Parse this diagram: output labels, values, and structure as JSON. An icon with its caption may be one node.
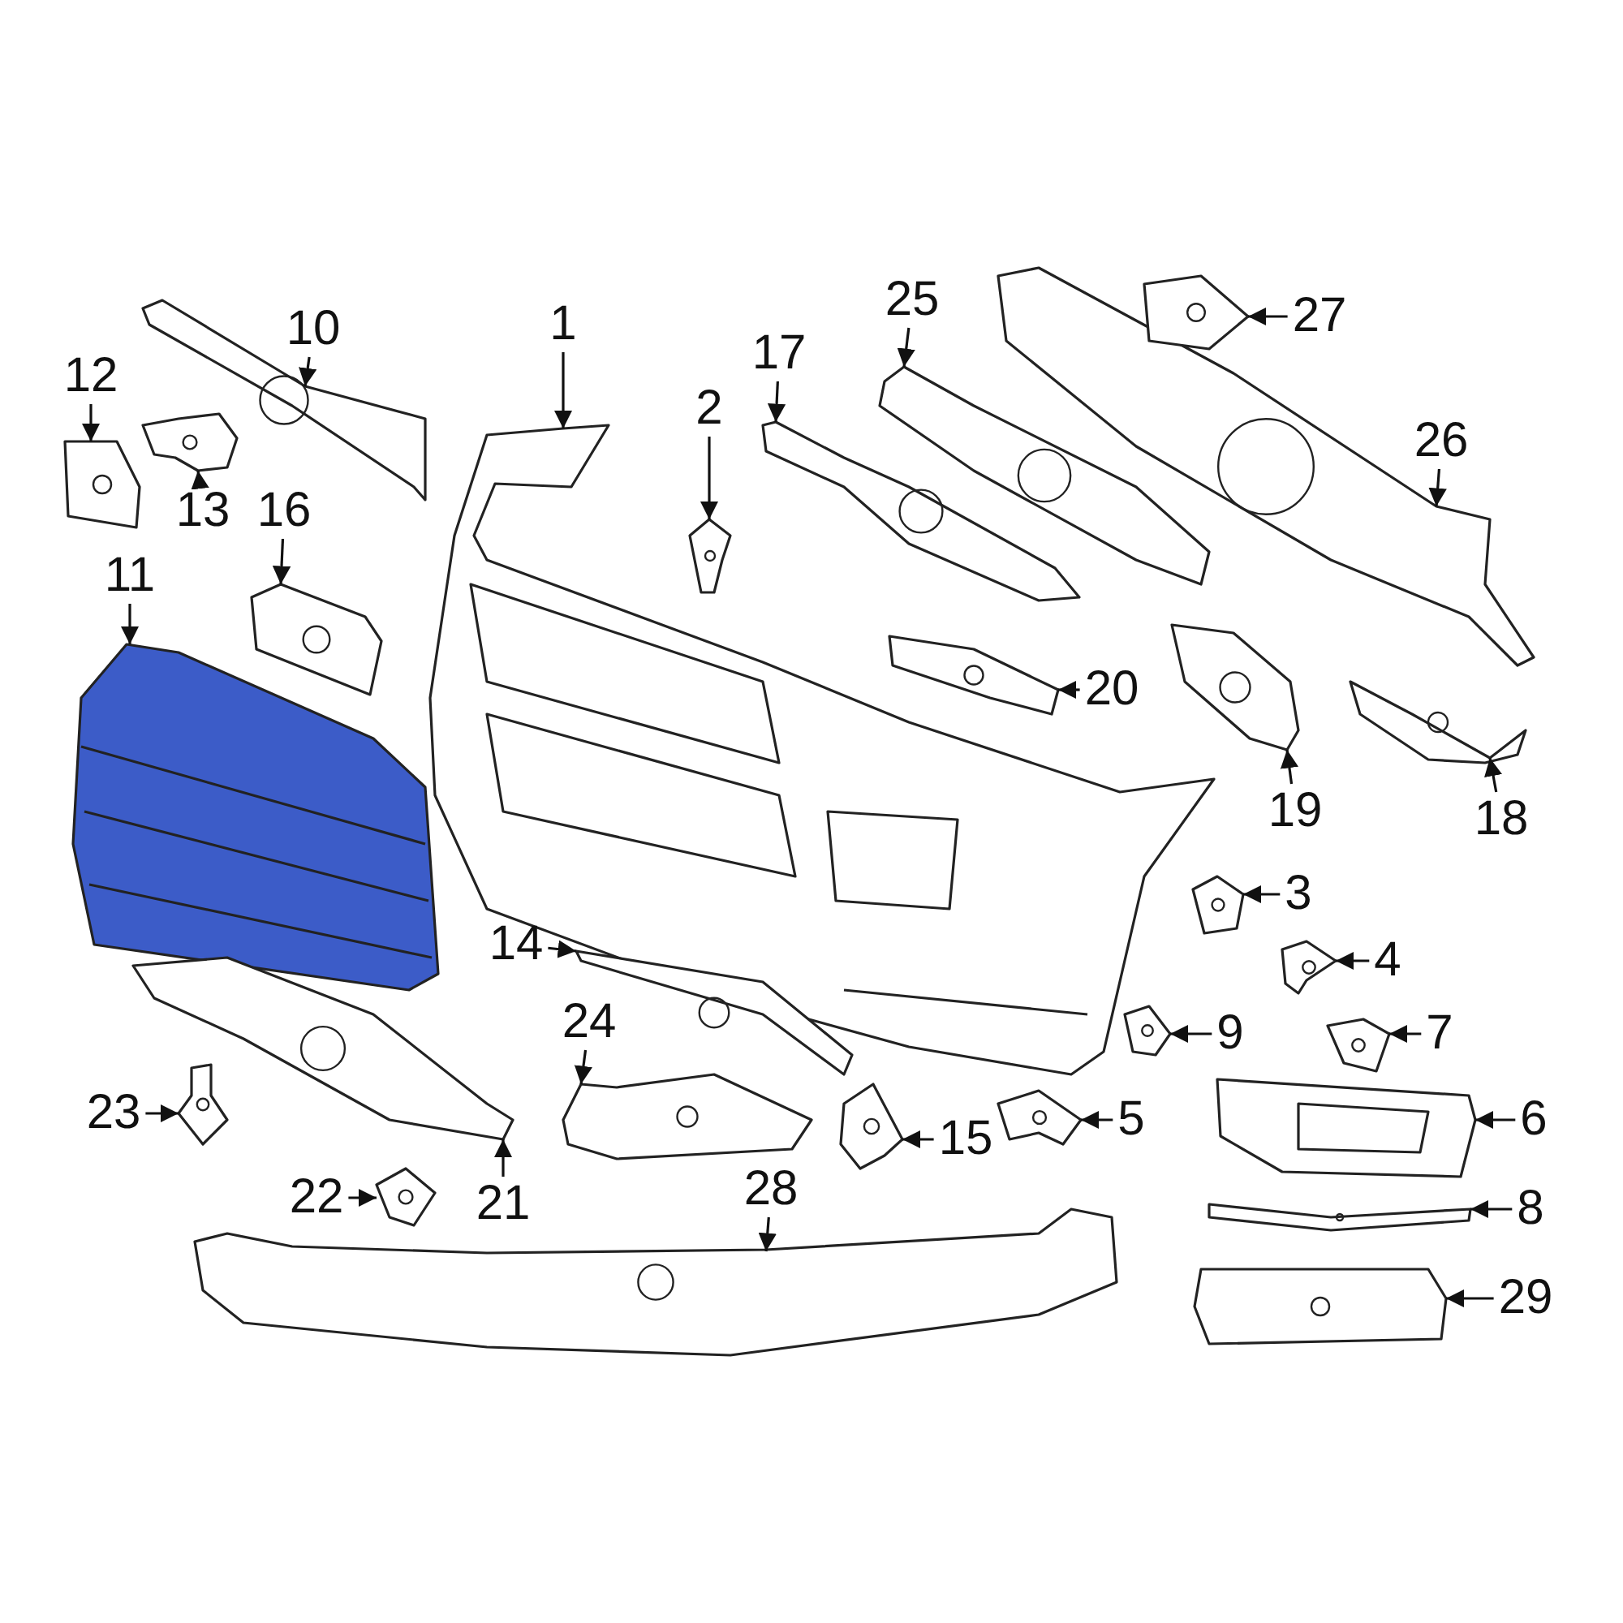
{
  "diagram": {
    "nodes": [
      {
        "text": [
          "1"
        ]
      },
      {
        "text": [],
        "shape": "picture"
      },
      {
        "text": [
          "2"
        ]
      },
      {
        "text": [],
        "shape": "picture"
      },
      {
        "text": [
          "3"
        ]
      },
      {
        "text": [],
        "shape": "picture"
      },
      {
        "text": [
          "4"
        ]
      },
      {
        "text": [],
        "shape": "picture"
      },
      {
        "text": [
          "5"
        ]
      },
      {
        "text": [],
        "shape": "picture"
      },
      {
        "text": [
          "6"
        ]
      },
      {
        "text": [],
        "shape": "picture"
      },
      {
        "text": [
          "7"
        ]
      },
      {
        "text": [],
        "shape": "picture"
      },
      {
        "text": [
          "8"
        ]
      },
      {
        "text": [],
        "shape": "picture"
      },
      {
        "text": [
          "9"
        ]
      },
      {
        "text": [],
        "shape": "picture"
      },
      {
        "text": [
          "10"
        ]
      },
      {
        "text": [],
        "shape": "picture"
      },
      {
        "text": [
          "11"
        ]
      },
      {
        "text": [],
        "shape": "picture"
      },
      {
        "text": [
          "12"
        ]
      },
      {
        "text": [],
        "shape": "picture"
      },
      {
        "text": [
          "13"
        ]
      },
      {
        "text": [],
        "shape": "picture"
      },
      {
        "text": [
          "14"
        ]
      },
      {
        "text": [],
        "shape": "picture"
      },
      {
        "text": [
          "15"
        ]
      },
      {
        "text": [],
        "shape": "picture"
      },
      {
        "text": [
          "16"
        ]
      },
      {
        "text": [],
        "shape": "picture"
      },
      {
        "text": [
          "17"
        ]
      },
      {
        "text": [],
        "shape": "picture"
      },
      {
        "text": [
          "18"
        ]
      },
      {
        "text": [],
        "shape": "picture"
      },
      {
        "text": [
          "19"
        ]
      },
      {
        "text": [],
        "shape": "picture"
      },
      {
        "text": [
          "20"
        ]
      },
      {
        "text": [],
        "shape": "picture"
      },
      {
        "text": [
          "21"
        ]
      },
      {
        "text": [],
        "shape": "picture"
      },
      {
        "text": [
          "22"
        ]
      },
      {
        "text": [],
        "shape": "picture"
      },
      {
        "text": [
          "23"
        ]
      },
      {
        "text": [],
        "shape": "picture"
      },
      {
        "text": [
          "24"
        ]
      },
      {
        "text": [],
        "shape": "picture"
      },
      {
        "text": [
          "25"
        ]
      },
      {
        "text": [],
        "shape": "picture"
      },
      {
        "text": [
          "26"
        ]
      },
      {
        "text": [],
        "shape": "picture"
      },
      {
        "text": [
          "27"
        ]
      },
      {
        "text": [],
        "shape": "picture"
      },
      {
        "text": [
          "28"
        ]
      },
      {
        "text": [],
        "shape": "picture"
      },
      {
        "text": [
          "29"
        ]
      },
      {
        "text": [],
        "shape": "picture"
      }
    ],
    "edges": [
      {
        "from": 0,
        "to": 1,
        "arrow": "to"
      },
      {
        "from": 2,
        "to": 3,
        "arrow": "to"
      },
      {
        "from": 4,
        "to": 5,
        "arrow": "to"
      },
      {
        "from": 6,
        "to": 7,
        "arrow": "to"
      },
      {
        "from": 8,
        "to": 9,
        "arrow": "to"
      },
      {
        "from": 10,
        "to": 11,
        "arrow": "to"
      },
      {
        "from": 12,
        "to": 13,
        "arrow": "to"
      },
      {
        "from": 14,
        "to": 15,
        "arrow": "to"
      },
      {
        "from": 16,
        "to": 17,
        "arrow": "to"
      },
      {
        "from": 18,
        "to": 19,
        "arrow": "to"
      },
      {
        "from": 20,
        "to": 21,
        "arrow": "to"
      },
      {
        "from": 22,
        "to": 23,
        "arrow": "to"
      },
      {
        "from": 24,
        "to": 25,
        "arrow": "to"
      },
      {
        "from": 26,
        "to": 27,
        "arrow": "to"
      },
      {
        "from": 28,
        "to": 29,
        "arrow": "to"
      },
      {
        "from": 30,
        "to": 31,
        "arrow": "to"
      },
      {
        "from": 32,
        "to": 33,
        "arrow": "to"
      },
      {
        "from": 34,
        "to": 35,
        "arrow": "to"
      },
      {
        "from": 36,
        "to": 37,
        "arrow": "to"
      },
      {
        "from": 38,
        "to": 39,
        "arrow": "to"
      },
      {
        "from": 40,
        "to": 41,
        "arrow": "to"
      },
      {
        "from": 42,
        "to": 43,
        "arrow": "to"
      },
      {
        "from": 44,
        "to": 45,
        "arrow": "to"
      },
      {
        "from": 46,
        "to": 47,
        "arrow": "to"
      },
      {
        "from": 48,
        "to": 49,
        "arrow": "to"
      },
      {
        "from": 50,
        "to": 51,
        "arrow": "to"
      },
      {
        "from": 52,
        "to": 53,
        "arrow": "to"
      },
      {
        "from": 54,
        "to": 55,
        "arrow": "to"
      },
      {
        "from": 56,
        "to": 57,
        "arrow": "to"
      }
    ]
  }
}
